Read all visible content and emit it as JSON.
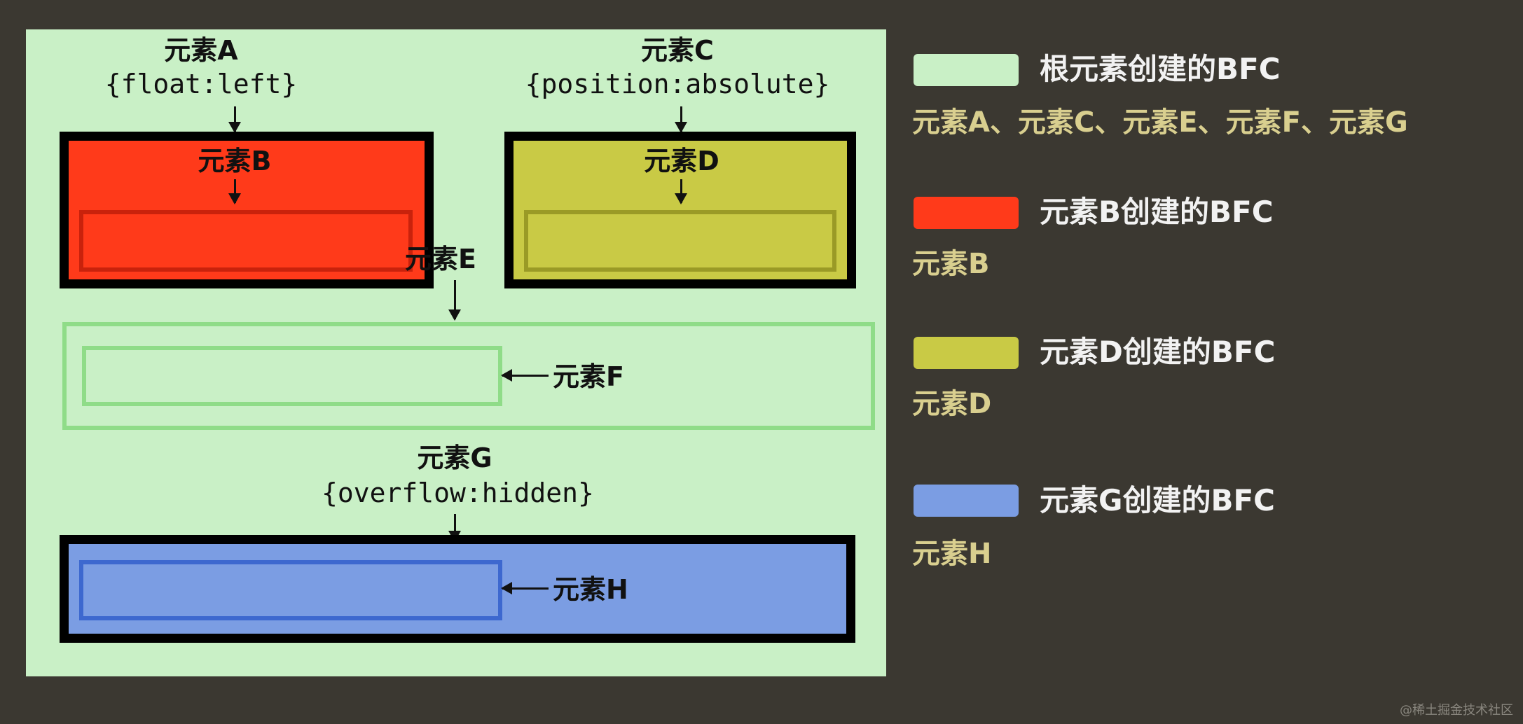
{
  "diagram": {
    "label_a": "元素A",
    "code_a": "{float:left}",
    "label_b": "元素B",
    "label_c": "元素C",
    "code_c": "{position:absolute}",
    "label_d": "元素D",
    "label_e": "元素E",
    "label_f": "元素F",
    "label_g": "元素G",
    "code_g": "{overflow:hidden}",
    "label_h": "元素H"
  },
  "legend": [
    {
      "title": "根元素创建的BFC",
      "members": "元素A、元素C、元素E、元素F、元素G",
      "color": "#c9f0c6"
    },
    {
      "title": "元素B创建的BFC",
      "members": "元素B",
      "color": "#ff3a1a"
    },
    {
      "title": "元素D创建的BFC",
      "members": "元素D",
      "color": "#c9ca45"
    },
    {
      "title": "元素G创建的BFC",
      "members": "元素H",
      "color": "#7b9de3"
    }
  ],
  "watermark": "@稀土掘金技术社区"
}
